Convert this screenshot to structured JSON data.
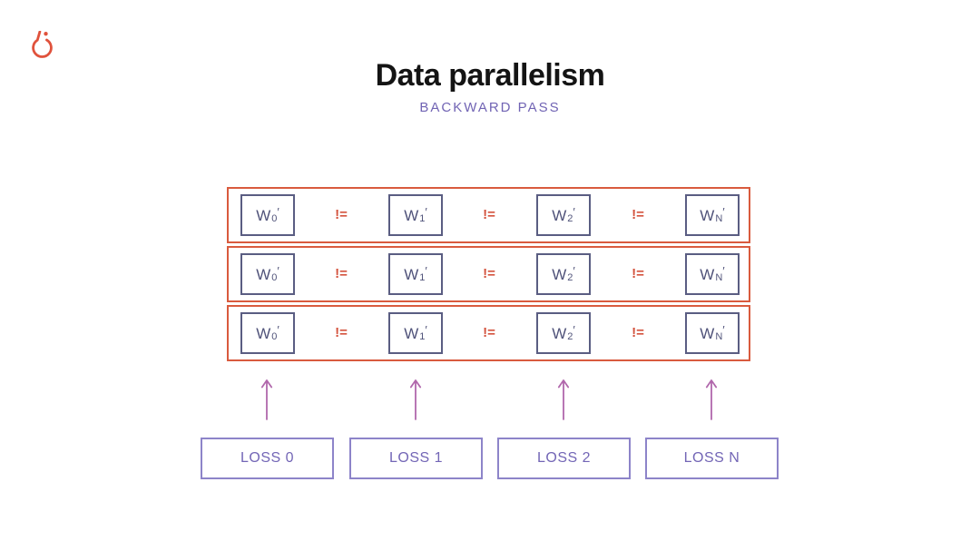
{
  "header": {
    "title": "Data parallelism",
    "subtitle": "BACKWARD PASS"
  },
  "grid": {
    "neq_symbol": "!=",
    "rows": [
      {
        "cells": [
          {
            "base": "W",
            "sub": "0",
            "prime": "′"
          },
          {
            "base": "W",
            "sub": "1",
            "prime": "′"
          },
          {
            "base": "W",
            "sub": "2",
            "prime": "′"
          },
          {
            "base": "W",
            "sub": "N",
            "prime": "′"
          }
        ]
      },
      {
        "cells": [
          {
            "base": "W",
            "sub": "0",
            "prime": "′"
          },
          {
            "base": "W",
            "sub": "1",
            "prime": "′"
          },
          {
            "base": "W",
            "sub": "2",
            "prime": "′"
          },
          {
            "base": "W",
            "sub": "N",
            "prime": "′"
          }
        ]
      },
      {
        "cells": [
          {
            "base": "W",
            "sub": "0",
            "prime": "′"
          },
          {
            "base": "W",
            "sub": "1",
            "prime": "′"
          },
          {
            "base": "W",
            "sub": "2",
            "prime": "′"
          },
          {
            "base": "W",
            "sub": "N",
            "prime": "′"
          }
        ]
      }
    ]
  },
  "losses": [
    {
      "label": "LOSS 0"
    },
    {
      "label": "LOSS 1"
    },
    {
      "label": "LOSS 2"
    },
    {
      "label": "LOSS N"
    }
  ],
  "icons": {
    "logo": "pytorch-flame"
  },
  "colors": {
    "background": "#ffffff",
    "title_text": "#141414",
    "subtitle_purple": "#7164b4",
    "row_border_orange": "#d95b3e",
    "neq_orange": "#d4543f",
    "weight_box_slate": "#5a5d82",
    "weight_text_slate": "#50537a",
    "loss_border_purple": "#8d84c9",
    "loss_text_purple": "#7366b6",
    "arrow_magenta": "#b168ac",
    "logo_orange": "#e0523c"
  }
}
